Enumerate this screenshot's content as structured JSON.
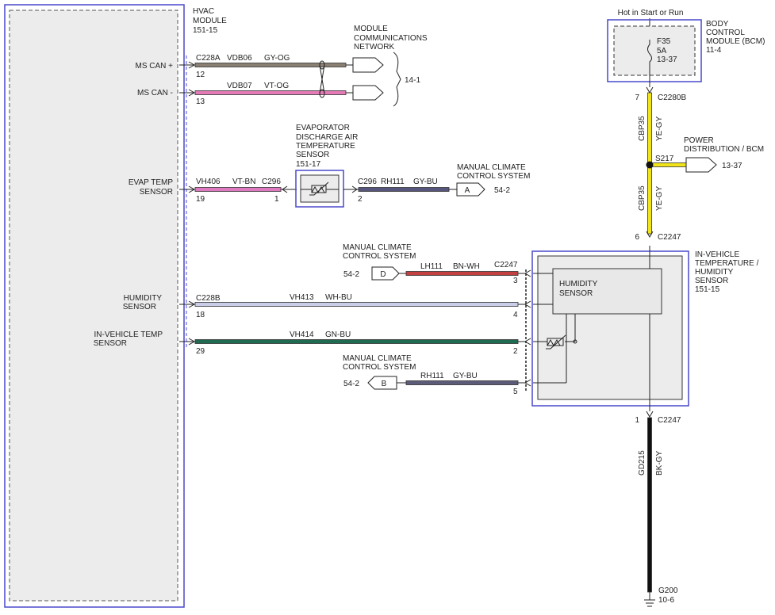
{
  "hvac": {
    "title": [
      "HVAC",
      "MODULE",
      "151-15"
    ],
    "pins": {
      "ms_can_plus": "MS CAN +",
      "ms_can_minus": "MS CAN -",
      "evap_temp": [
        "EVAP TEMP",
        "SENSOR"
      ],
      "humidity": [
        "HUMIDITY",
        "SENSOR"
      ],
      "in_vehicle_temp": [
        "IN-VEHICLE TEMP",
        "SENSOR"
      ]
    }
  },
  "connectors": {
    "c228a": "C228A",
    "c228b": "C228B",
    "c296_left": "C296",
    "c296_right": "C296",
    "c2280b": "C2280B",
    "c2247_top": "C2247",
    "c2247_mid": "C2247",
    "c2247_bottom": "C2247"
  },
  "pins": {
    "p12": "12",
    "p13": "13",
    "p19": "19",
    "p18": "18",
    "p29": "29",
    "evap_1": "1",
    "evap_2": "2",
    "bcm_7": "7",
    "ivt_6": "6",
    "ivt_3": "3",
    "ivt_4": "4",
    "ivt_2": "2",
    "ivt_5": "5",
    "ivt_1": "1"
  },
  "wires": {
    "vdb06": {
      "circuit": "VDB06",
      "color": "GY-OG",
      "hex": "#8a7f73"
    },
    "vdb07": {
      "circuit": "VDB07",
      "color": "VT-OG",
      "hex": "#e47ab6"
    },
    "vh406": {
      "circuit": "VH406",
      "color": "VT-BN",
      "hex": "#e07ac0"
    },
    "rh111_top": {
      "circuit": "RH111",
      "color": "GY-BU",
      "hex": "#55557e"
    },
    "lh111": {
      "circuit": "LH111",
      "color": "BN-WH",
      "hex": "#c44040"
    },
    "vh413": {
      "circuit": "VH413",
      "color": "WH-BU",
      "hex": "#c9cde8"
    },
    "vh414": {
      "circuit": "VH414",
      "color": "GN-BU",
      "hex": "#1f6b52"
    },
    "rh111_bottom": {
      "circuit": "RH111",
      "color": "GY-BU",
      "hex": "#5c5c78"
    },
    "cbp35_top": {
      "circuit": "CBP35",
      "color": "YE-GY",
      "hex": "#f2e41a"
    },
    "cbp35_bottom": {
      "circuit": "CBP35",
      "color": "YE-GY",
      "hex": "#f2e41a"
    },
    "gd215": {
      "circuit": "GD215",
      "color": "BK-GY",
      "hex": "#111111"
    }
  },
  "network": {
    "label": [
      "MODULE",
      "COMMUNICATIONS",
      "NETWORK"
    ],
    "ref": "14-1"
  },
  "evap_sensor": {
    "label": [
      "EVAPORATOR",
      "DISCHARGE AIR",
      "TEMPERATURE",
      "SENSOR",
      "151-17"
    ]
  },
  "manual_climate": {
    "label_a": [
      "MANUAL CLIMATE",
      "CONTROL SYSTEM"
    ],
    "label_d": [
      "MANUAL CLIMATE",
      "CONTROL SYSTEM"
    ],
    "label_b": [
      "MANUAL CLIMATE",
      "CONTROL SYSTEM"
    ],
    "ref_a": "54-2",
    "ref_d": "54-2",
    "ref_b": "54-2",
    "conn_a": "A",
    "conn_d": "D",
    "conn_b": "B"
  },
  "bcm": {
    "supply": "Hot in Start or Run",
    "label": [
      "BODY",
      "CONTROL",
      "MODULE (BCM)",
      "11-4"
    ],
    "fuse": [
      "F35",
      "5A",
      "13-37"
    ]
  },
  "splice": {
    "name": "S217",
    "label": [
      "POWER",
      "DISTRIBUTION / BCM"
    ],
    "ref": "13-37"
  },
  "in_vehicle_sensor": {
    "label": [
      "IN-VEHICLE",
      "TEMPERATURE /",
      "HUMIDITY",
      "SENSOR",
      "151-15"
    ],
    "humidity_block": [
      "HUMIDITY",
      "SENSOR"
    ]
  },
  "ground": {
    "name": "G200",
    "ref": "10-6"
  },
  "colors": {
    "module_outline": "#4848cc",
    "module_fill": "#ececec",
    "wire_outline": "#333333"
  }
}
